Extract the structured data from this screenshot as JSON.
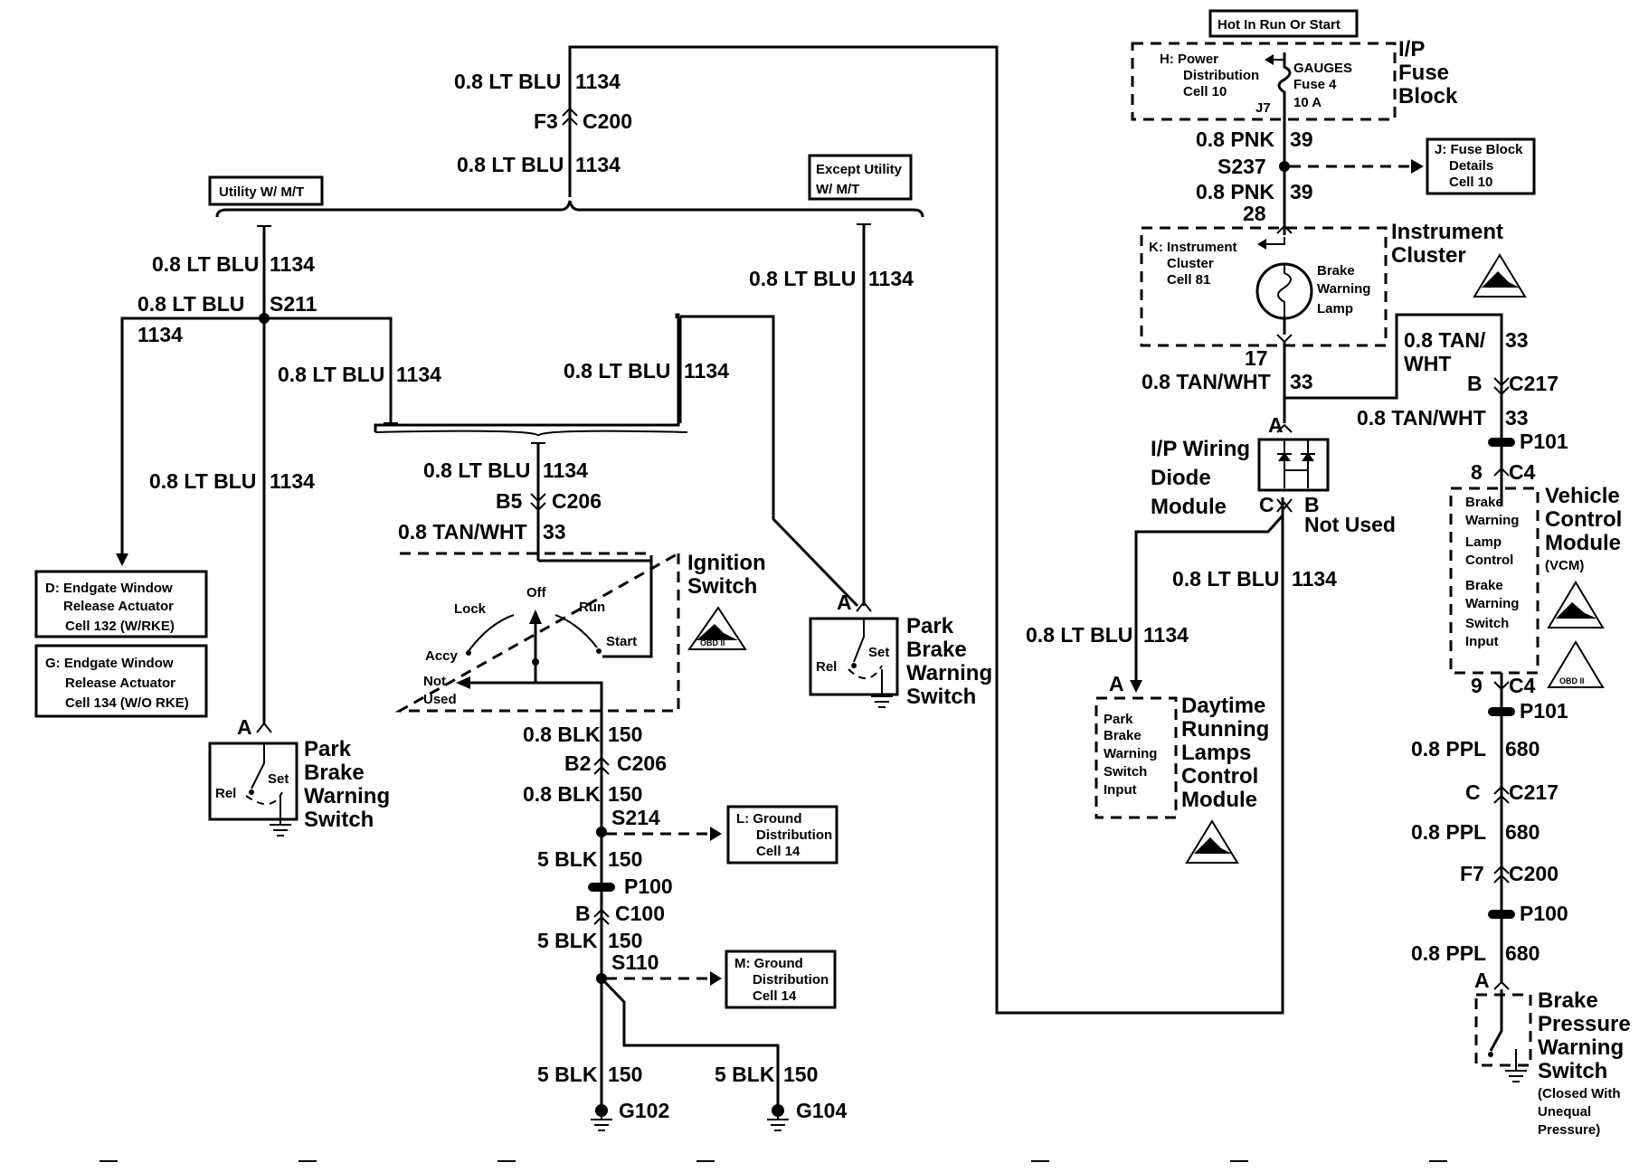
{
  "top_label": "Hot In Run Or Start",
  "fuse_block": {
    "title_1": "I/P",
    "title_2": "Fuse",
    "title_3": "Block",
    "ref_1": "H: Power",
    "ref_2": "Distribution",
    "ref_3": "Cell 10",
    "fuse_1": "GAUGES",
    "fuse_2": "Fuse 4",
    "fuse_3": "10 A",
    "pin": "J7"
  },
  "fuse_block_details": {
    "l1": "J: Fuse Block",
    "l2": "Details",
    "l3": "Cell 10"
  },
  "instrument_cluster": {
    "title_1": "Instrument",
    "title_2": "Cluster",
    "ref_1": "K: Instrument",
    "ref_2": "Cluster",
    "ref_3": "Cell 81",
    "lamp_1": "Brake",
    "lamp_2": "Warning",
    "lamp_3": "Lamp",
    "pin_in": "28",
    "pin_out": "17"
  },
  "diode_module": {
    "title_1": "I/P Wiring",
    "title_2": "Diode",
    "title_3": "Module",
    "pin_a": "A",
    "pin_b": "B",
    "pin_c": "C",
    "not_used": "Not Used"
  },
  "vcm": {
    "title_1": "Vehicle",
    "title_2": "Control",
    "title_3": "Module",
    "title_4": "(VCM)",
    "l1": "Brake",
    "l2": "Warning",
    "l3": "Lamp",
    "l4": "Control",
    "l5": "Brake",
    "l6": "Warning",
    "l7": "Switch",
    "l8": "Input"
  },
  "drl": {
    "title_1": "Daytime",
    "title_2": "Running",
    "title_3": "Lamps",
    "title_4": "Control",
    "title_5": "Module",
    "l1": "Park",
    "l2": "Brake",
    "l3": "Warning",
    "l4": "Switch",
    "l5": "Input",
    "pin": "A"
  },
  "ignition": {
    "title_1": "Ignition",
    "title_2": "Switch",
    "lock": "Lock",
    "off": "Off",
    "run": "Run",
    "start": "Start",
    "accy": "Accy",
    "not": "Not",
    "used": "Used"
  },
  "park_brake": {
    "l1": "Park",
    "l2": "Brake",
    "l3": "Warning",
    "l4": "Switch",
    "rel": "Rel",
    "set": "Set",
    "pin": "A"
  },
  "park_brake_2": {
    "l1": "Park",
    "l2": "Brake",
    "l3": "Warning",
    "l4": "Switch",
    "rel": "Rel",
    "set": "Set",
    "pin": "A"
  },
  "brake_pressure": {
    "l1": "Brake",
    "l2": "Pressure",
    "l3": "Warning",
    "l4": "Switch",
    "n1": "(Closed With",
    "n2": "Unequal",
    "n3": "Pressure)",
    "pin": "A"
  },
  "options": {
    "utility": "Utility  W/ M/T",
    "except_1": "Except Utility",
    "except_2": "W/ M/T"
  },
  "endgate": {
    "d1": "D: Endgate  Window",
    "d2": "Release  Actuator",
    "d3": "Cell 132  (W/RKE)",
    "g1": "G: Endgate  Window",
    "g2": "Release  Actuator",
    "g3": "Cell 134  (W/O RKE)"
  },
  "ground_dist_l": {
    "l1": "L: Ground",
    "l2": "Distribution",
    "l3": "Cell 14"
  },
  "ground_dist_m": {
    "l1": "M: Ground",
    "l2": "Distribution",
    "l3": "Cell 14"
  },
  "esd": "OBD II",
  "wires": {
    "blu": "0.8 LT BLU",
    "blu_ckt": "1134",
    "pnk": "0.8 PNK",
    "pnk_ckt": "39",
    "tan": "0.8 TAN/WHT",
    "tan_a": "0.8 TAN/",
    "tan_b": "WHT",
    "tan_ckt": "33",
    "blk": "0.8 BLK",
    "blk5": "5 BLK",
    "blk_ckt": "150",
    "ppl": "0.8 PPL",
    "ppl_ckt": "680"
  },
  "connectors": {
    "c200": "C200",
    "f3": "F3",
    "f7": "F7",
    "c206": "C206",
    "b5": "B5",
    "b2": "B2",
    "c100": "C100",
    "b": "B",
    "c": "C",
    "c217": "C217",
    "c4": "C4",
    "c4_8": "8",
    "c4_9": "9"
  },
  "splices": {
    "s211": "S211",
    "s214": "S214",
    "s110": "S110",
    "s237": "S237"
  },
  "grounds": {
    "g102": "G102",
    "g104": "G104"
  },
  "passthru": {
    "p100": "P100",
    "p101": "P101"
  }
}
